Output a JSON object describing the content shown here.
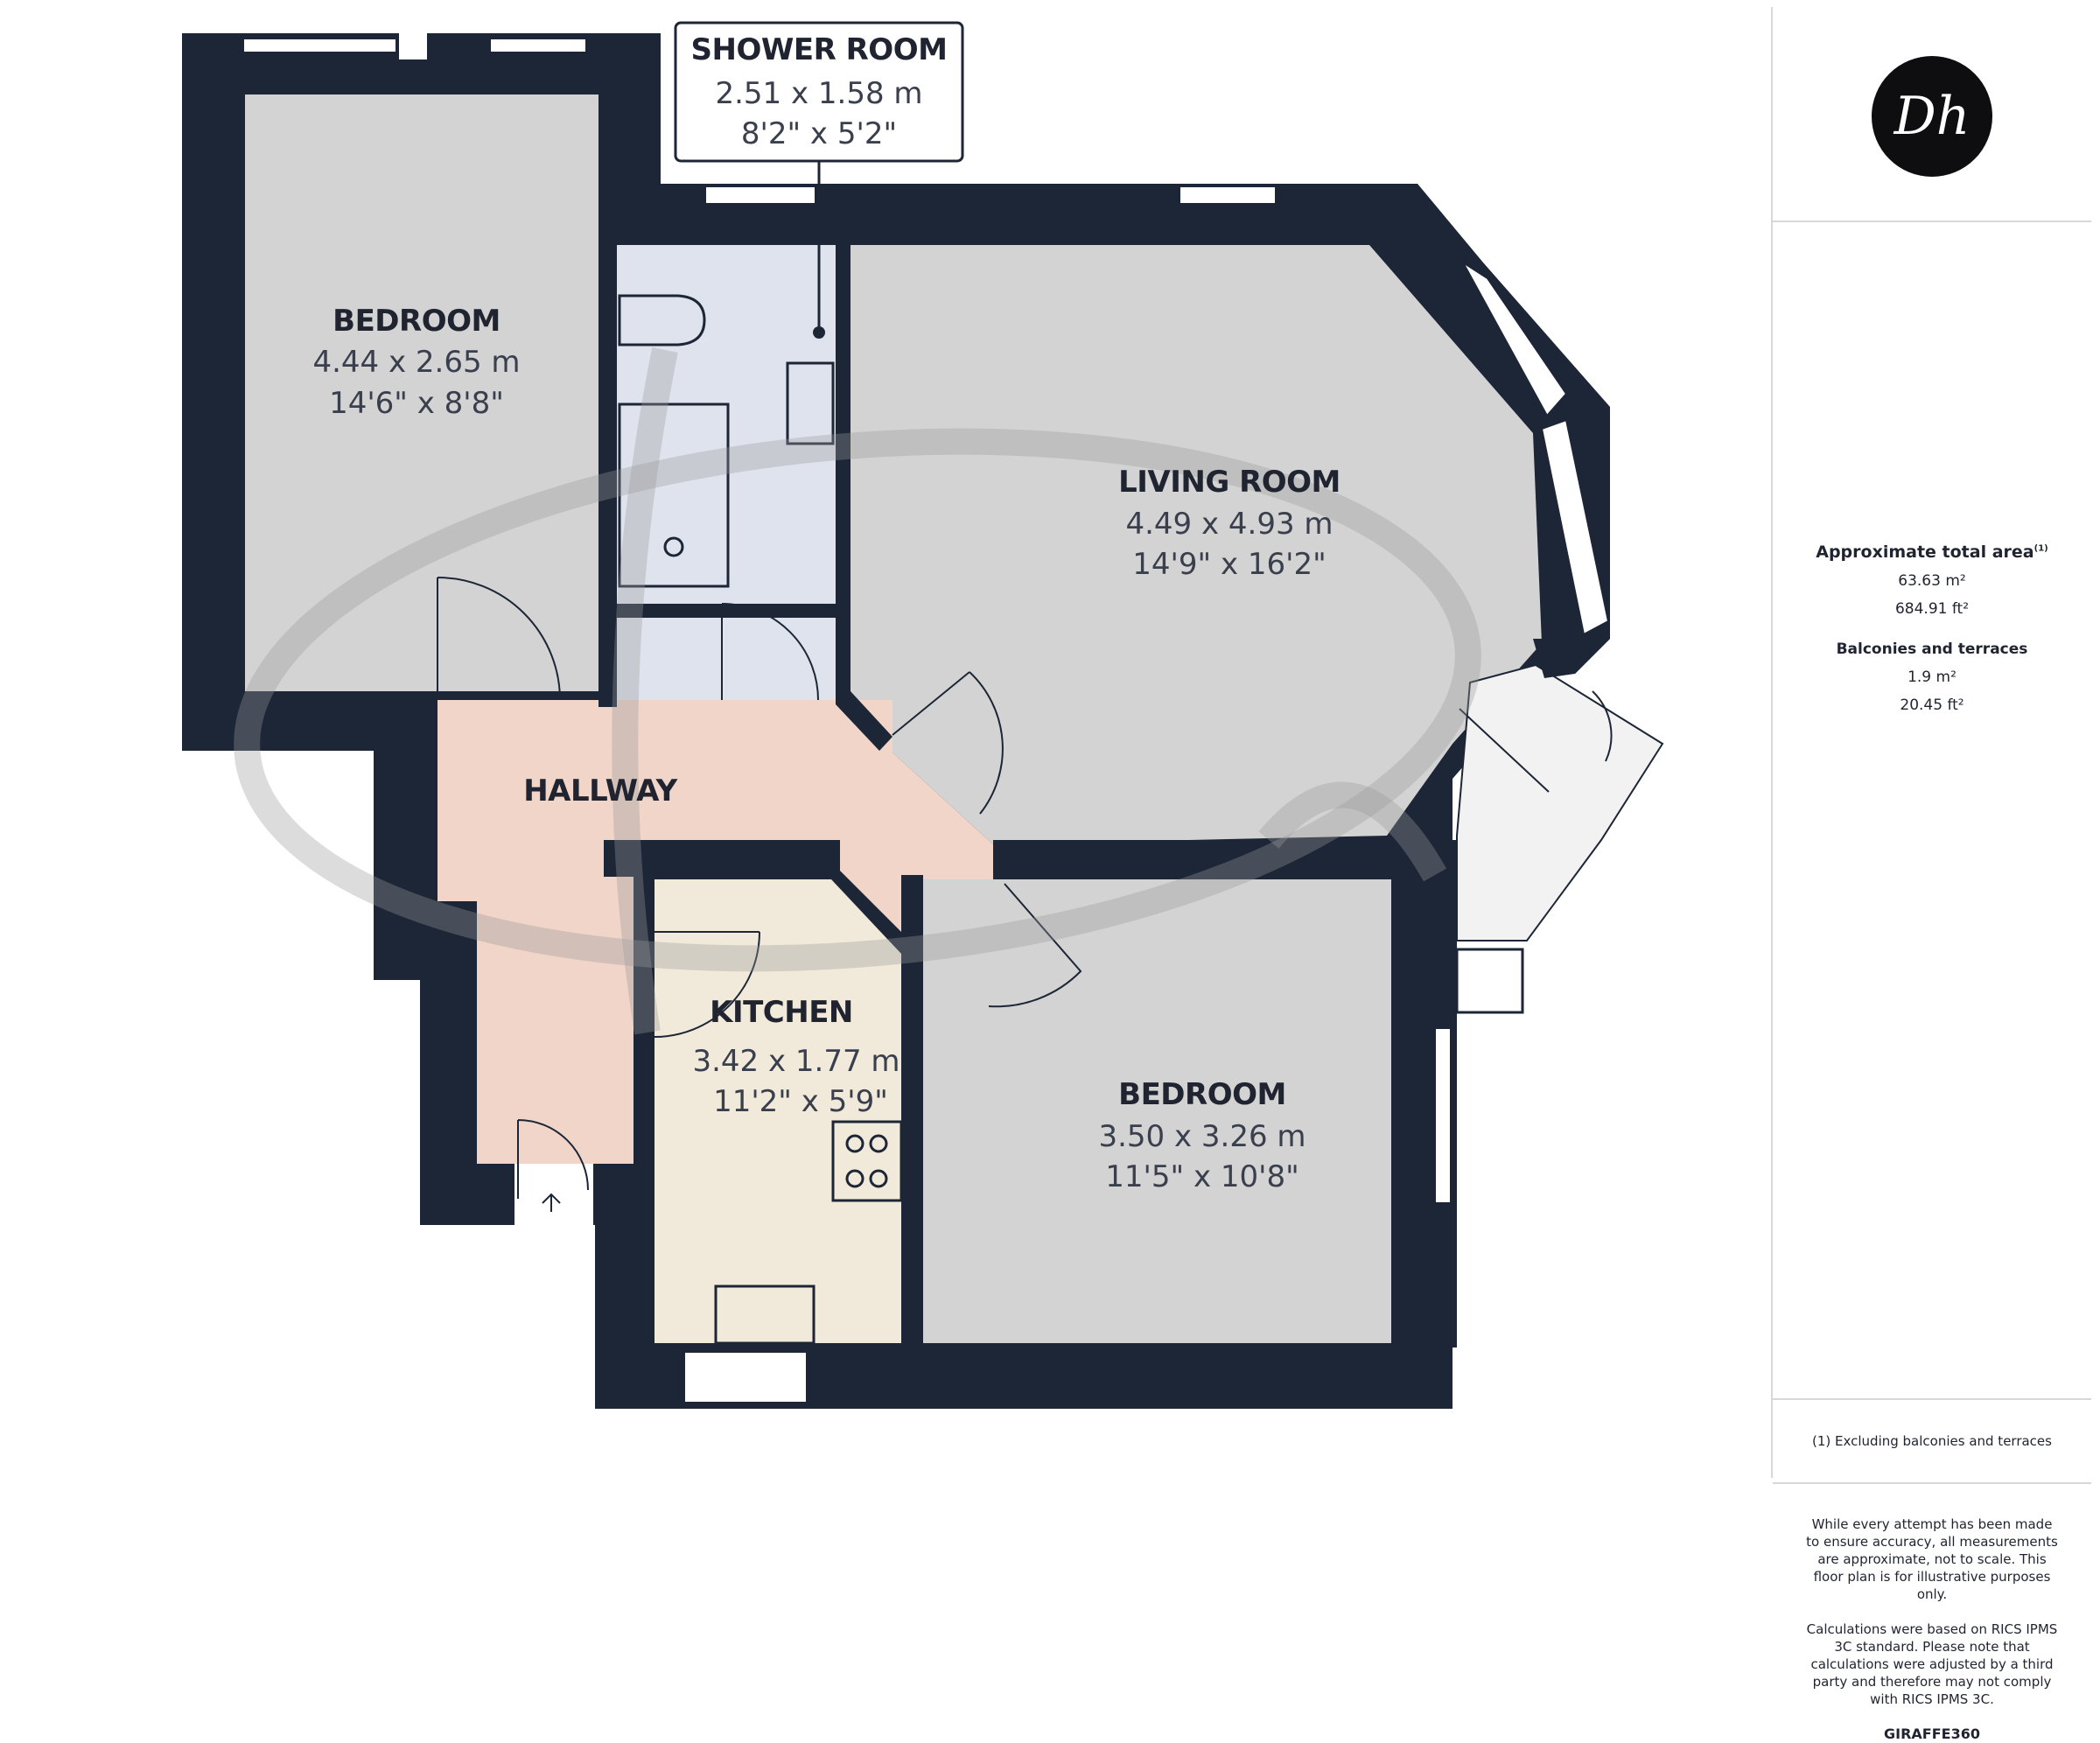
{
  "rooms": {
    "shower_room": {
      "name": "SHOWER ROOM",
      "dim_m": "2.51 x 1.58 m",
      "dim_ft": "8'2\" x 5'2\""
    },
    "bedroom_1": {
      "name": "BEDROOM",
      "dim_m": "4.44 x 2.65 m",
      "dim_ft": "14'6\" x 8'8\""
    },
    "living_room": {
      "name": "LIVING ROOM",
      "dim_m": "4.49 x 4.93 m",
      "dim_ft": "14'9\" x 16'2\""
    },
    "hallway": {
      "name": "HALLWAY"
    },
    "kitchen": {
      "name": "KITCHEN",
      "dim_m": "3.42 x 1.77 m",
      "dim_ft": "11'2\" x 5'9\""
    },
    "bedroom_2": {
      "name": "BEDROOM",
      "dim_m": "3.50 x 3.26 m",
      "dim_ft": "11'5\" x 10'8\""
    }
  },
  "sidebar": {
    "logo_text": "Dh",
    "area_label": "Approximate total area",
    "area_sup": "(1)",
    "area_m2": "63.63 m²",
    "area_ft2": "684.91 ft²",
    "balconies_label": "Balconies and terraces",
    "balconies_m2": "1.9 m²",
    "balconies_ft2": "20.45 ft²",
    "footnote": "(1) Excluding balconies and terraces",
    "disclaimer_1": "While every attempt has been made to ensure accuracy, all measurements are approximate, not to scale. This floor plan is for illustrative purposes only.",
    "disclaimer_2": "Calculations were based on RICS IPMS 3C standard. Please note that calculations were adjusted by a third party and therefore may not comply with RICS IPMS 3C.",
    "brand": "GIRAFFE360"
  },
  "colors": {
    "wall": "#1d2636",
    "room_grey": "#d3d3d3",
    "hallway": "#f0d5c8",
    "kitchen": "#f1eadb",
    "shower": "#dfe3ee",
    "balcony": "#f2f2f2"
  }
}
